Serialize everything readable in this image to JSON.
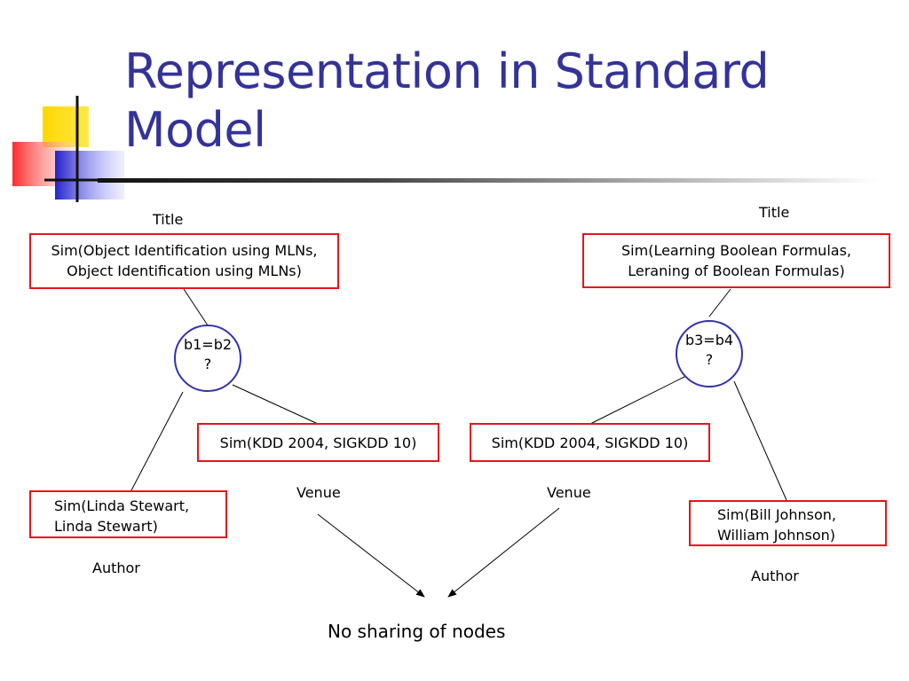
{
  "slide": {
    "title": "Representation in Standard Model",
    "footer": "No sharing of nodes"
  },
  "left": {
    "title_label": "Title",
    "title_box": "Sim(Object Identification using MLNs,\nObject Identification using MLNs)",
    "node": "b1=b2\n?",
    "venue_box": "Sim(KDD 2004, SIGKDD 10)",
    "venue_label": "Venue",
    "author_box": "Sim(Linda Stewart,\n         Linda Stewart)",
    "author_label": "Author"
  },
  "right": {
    "title_label": "Title",
    "title_box": "Sim(Learning Boolean Formulas,\nLeraning of Boolean Formulas)",
    "node": "b3=b4\n?",
    "venue_box": "Sim(KDD 2004, SIGKDD 10)",
    "venue_label": "Venue",
    "author_box": "Sim(Bill Johnson,\n          William Johnson)",
    "author_label": "Author"
  },
  "colors": {
    "title": "#333399",
    "box_border": "#e8141b",
    "node_border": "#3333aa"
  }
}
